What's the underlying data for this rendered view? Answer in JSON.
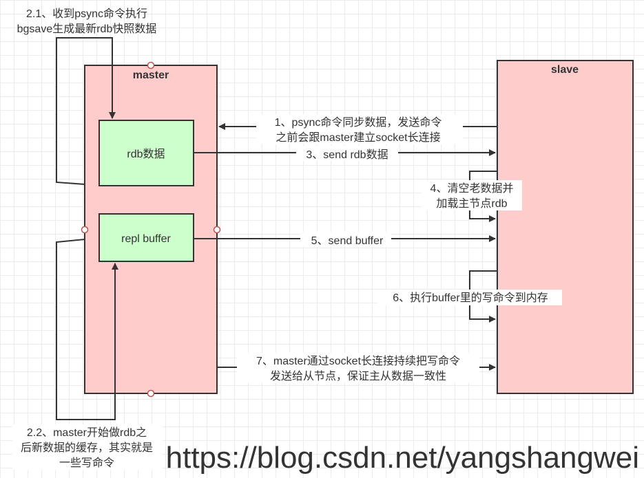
{
  "nodes": {
    "master": "master",
    "slave": "slave",
    "rdb_data": "rdb数据",
    "repl_buffer": "repl buffer"
  },
  "notes": {
    "step_2_1_line1": "2.1、收到psync命令执行",
    "step_2_1_line2": "bgsave生成最新rdb快照数据",
    "step_2_2_line1": "2.2、master开始做rdb之",
    "step_2_2_line2": "后新数据的缓存，其实就是",
    "step_2_2_line3": "一些写命令"
  },
  "edges": {
    "step_1_line1": "1、psync命令同步数据，发送命令",
    "step_1_line2": "之前会跟master建立socket长连接",
    "step_3": "3、send rdb数据",
    "step_4_line1": "4、清空老数据并",
    "step_4_line2": "加载主节点rdb",
    "step_5": "5、send buffer",
    "step_6": "6、执行buffer里的写命令到内存",
    "step_7_line1": "7、master通过socket长连接持续把写命令",
    "step_7_line2": "发送给从节点，保证主从数据一致性"
  },
  "watermark": "https://blog.csdn.net/yangshangwei",
  "colors": {
    "node_fill_pink": "#ffcccc",
    "node_fill_green": "#ccffcc",
    "stroke": "#333333"
  }
}
